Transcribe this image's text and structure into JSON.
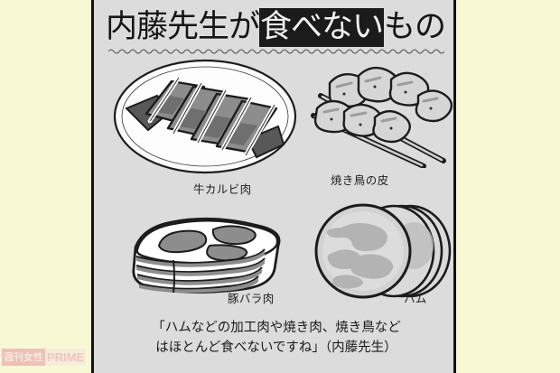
{
  "background_color": "#f9f8d4",
  "panel": {
    "background_color": "#dcdcdc",
    "border_color": "#121212"
  },
  "title": {
    "lead": "内藤先生が",
    "highlight": "食べない",
    "tail": "もの",
    "highlight_bg": "#1b1b1b",
    "highlight_fg": "#f2f2f2",
    "text_color": "#151515"
  },
  "items": [
    {
      "id": "beef-short-rib",
      "label": "牛カルビ肉",
      "icon": "plate-of-grilled-beef-short-rib-illustration"
    },
    {
      "id": "yakitori-chicken-skin",
      "label": "焼き鳥の皮",
      "icon": "chicken-skin-skewers-illustration"
    },
    {
      "id": "pork-belly",
      "label": "豚バラ肉",
      "icon": "pork-belly-block-illustration"
    },
    {
      "id": "ham",
      "label": "ハム",
      "icon": "stack-of-ham-slices-illustration"
    }
  ],
  "quote": {
    "line1": "「ハムなどの加工肉や焼き肉、焼き鳥など",
    "line2": "はほとんど食べないですね」（内藤先生）"
  },
  "watermark": {
    "part1": "週刊女性",
    "part2": "PRIME",
    "part1_bg": "#e8a0a8",
    "part2_bg": "#f6e6e2"
  }
}
